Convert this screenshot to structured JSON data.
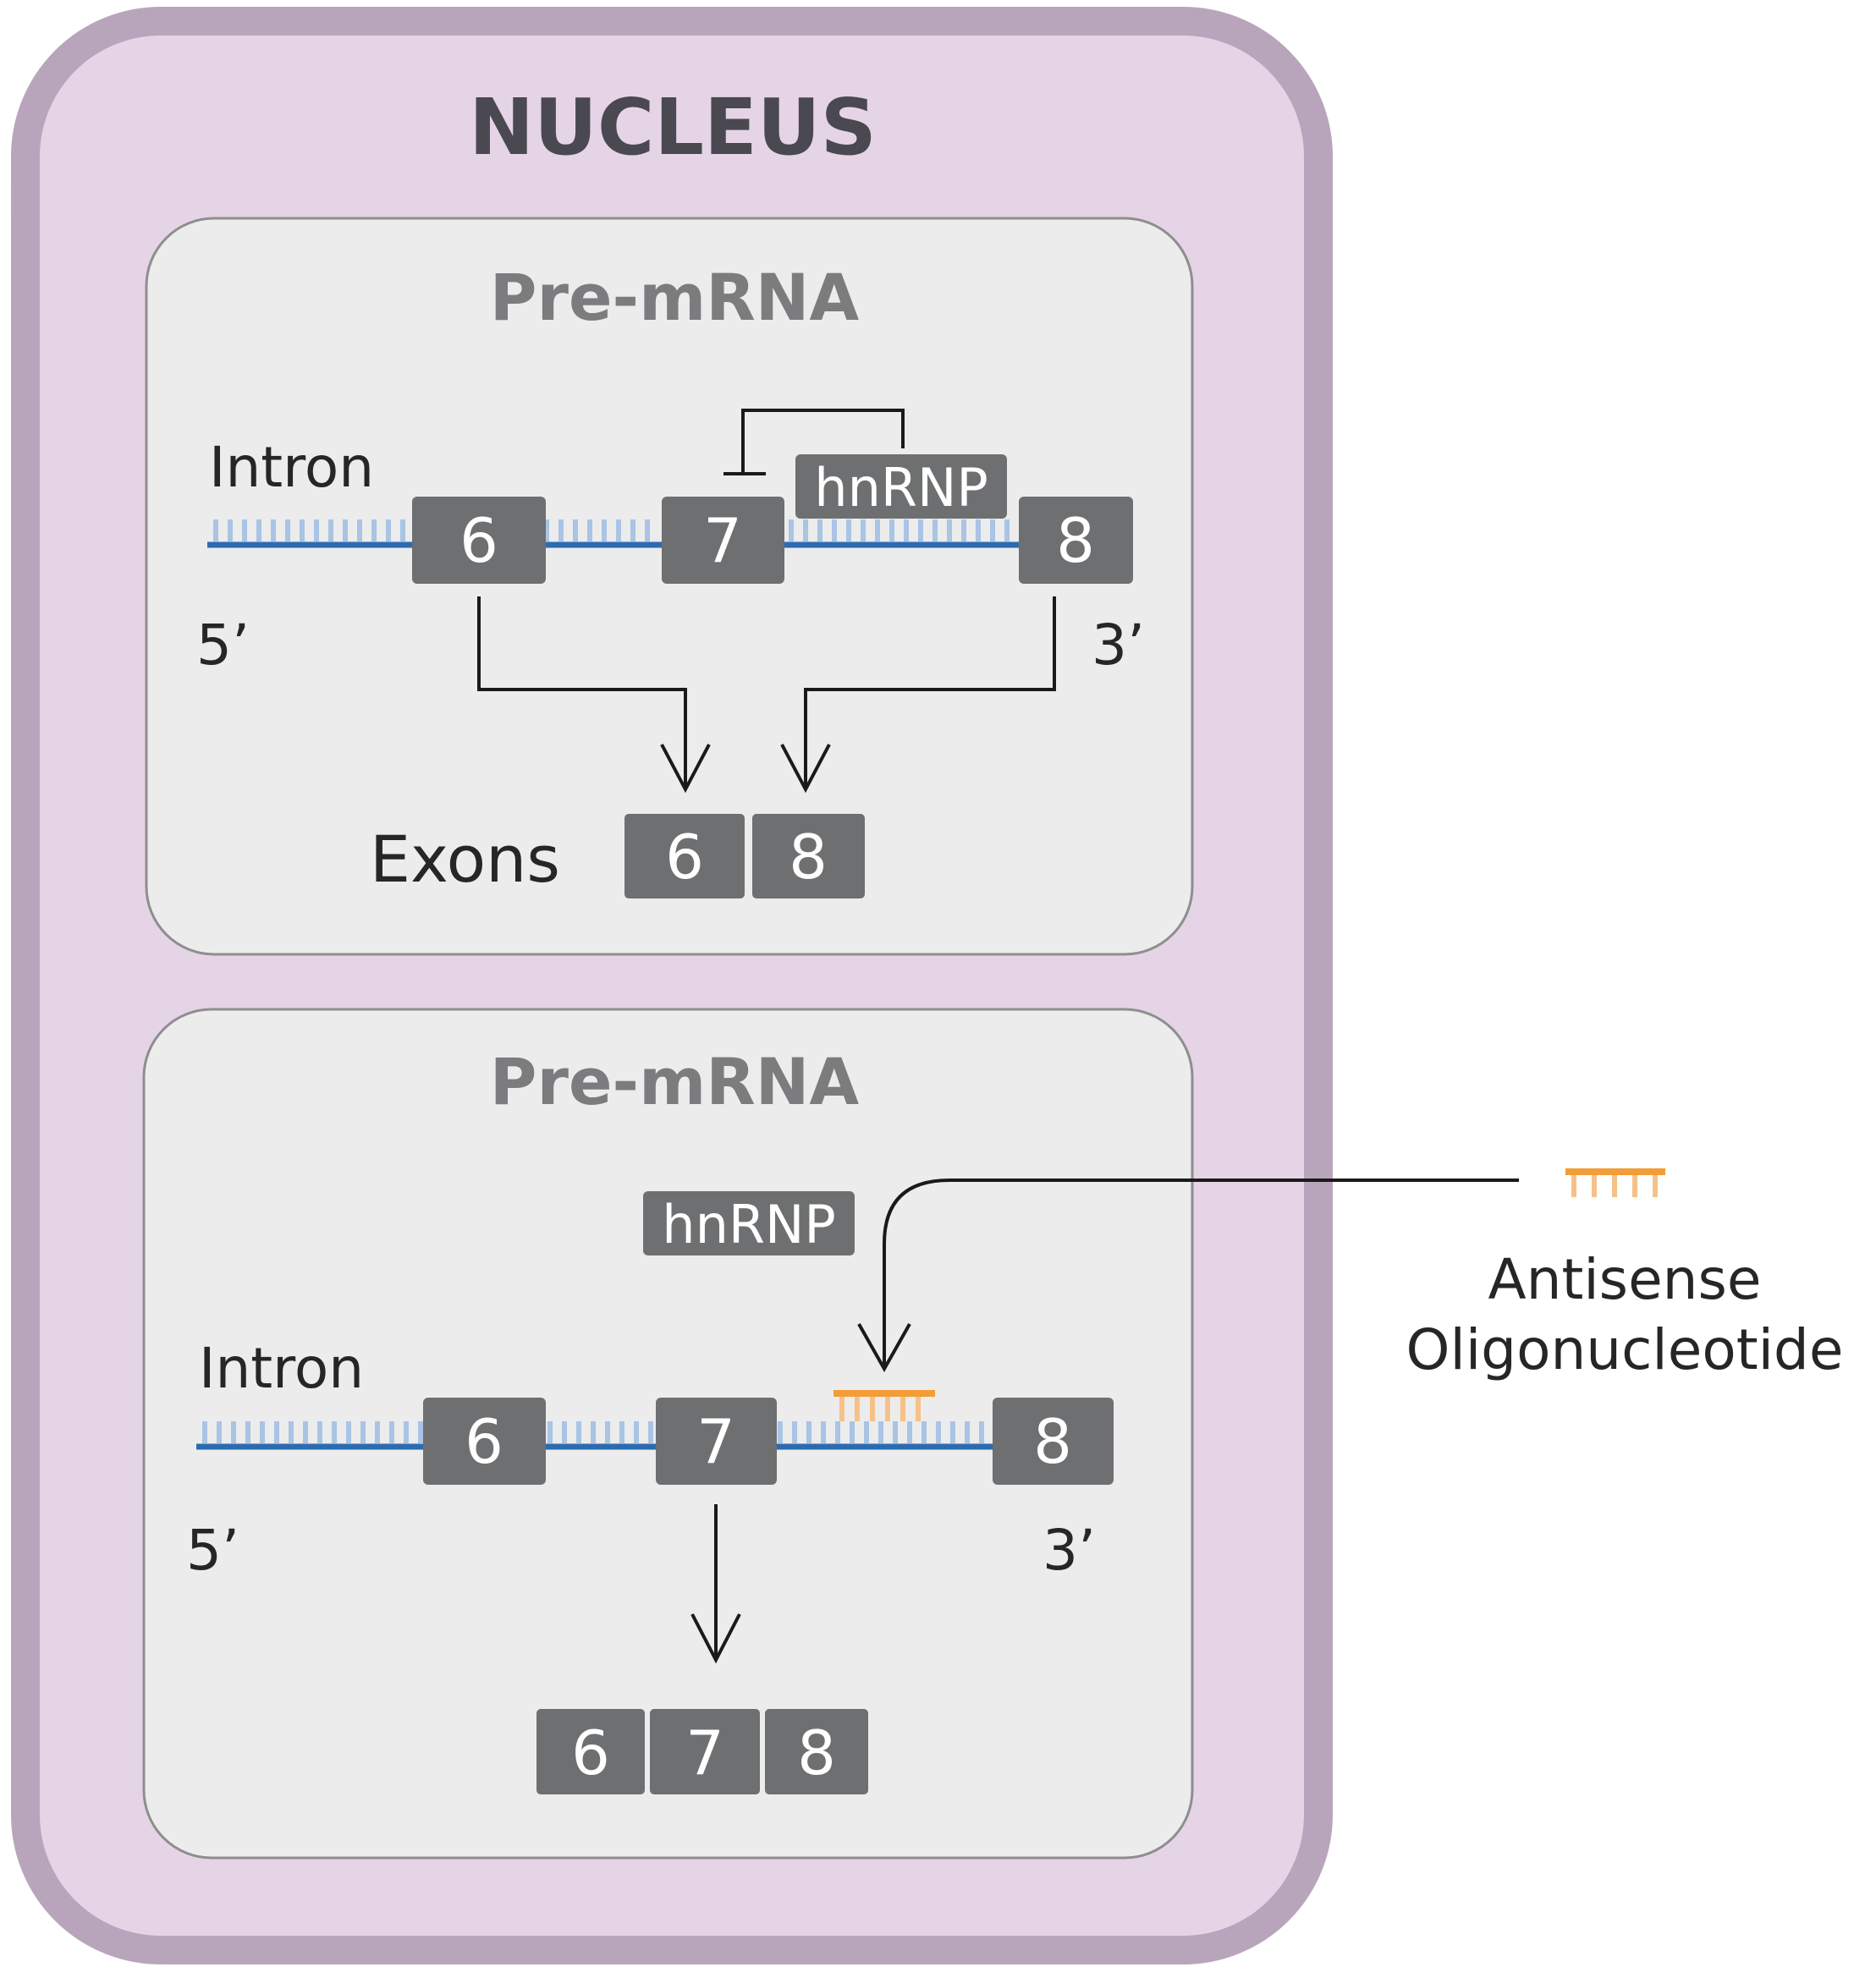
{
  "title": "NUCLEUS",
  "colors": {
    "nucleus_fill": "#e5d4e6",
    "nucleus_border": "#b9a5bb",
    "panel_fill": "#ececec",
    "panel_border": "#8e8e8e",
    "exon_box": "#6e6f71",
    "strand": "#2b6cb0",
    "strand_ticks": "#a9c4e4",
    "aso_orange": "#f29d38"
  },
  "panel_top": {
    "title": "Pre-mRNA",
    "intron_label": "Intron",
    "five_prime": "5’",
    "three_prime": "3’",
    "exons": [
      "6",
      "7",
      "8"
    ],
    "protein_label": "hnRNP",
    "result_label": "Exons",
    "result_exons": [
      "6",
      "8"
    ],
    "inhibition_icon": "inhibition-arrow-icon"
  },
  "panel_bottom": {
    "title": "Pre-mRNA",
    "intron_label": "Intron",
    "five_prime": "5’",
    "three_prime": "3’",
    "exons": [
      "6",
      "7",
      "8"
    ],
    "protein_label": "hnRNP",
    "result_exons": [
      "6",
      "7",
      "8"
    ]
  },
  "aso": {
    "label_line1": "Antisense",
    "label_line2": "Oligonucleotide",
    "icon": "oligonucleotide-icon"
  }
}
